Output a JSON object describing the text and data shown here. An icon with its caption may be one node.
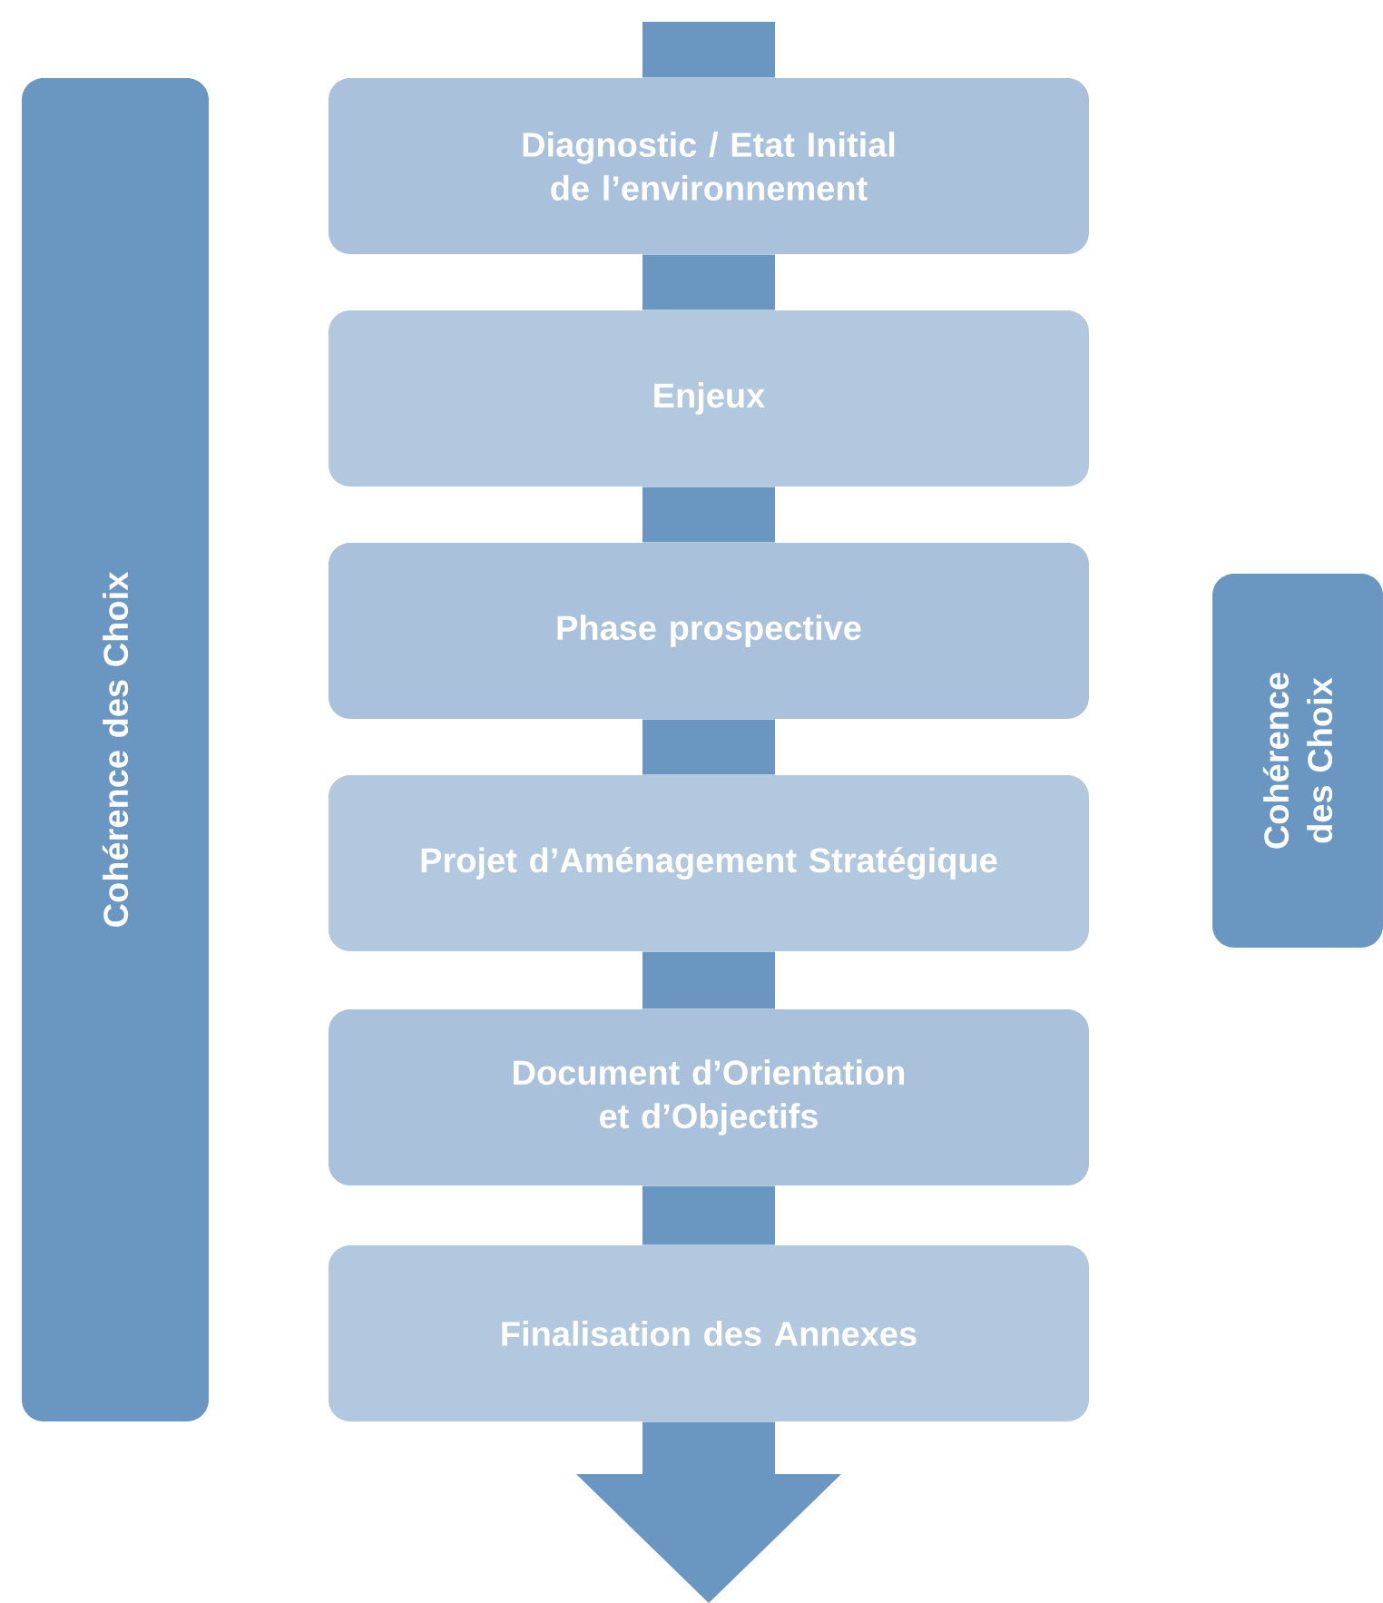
{
  "diagram": {
    "nodes": [
      {
        "text": [
          "Cohérence des Choix"
        ]
      },
      {
        "text": [
          "Diagnostic / Etat Initial de l’environnement"
        ]
      },
      {
        "text": [
          "Enjeux"
        ]
      },
      {
        "text": [
          "Phase prospective"
        ]
      },
      {
        "text": [
          "Projet d’Aménagement Stratégique"
        ]
      },
      {
        "text": [
          "Document d’Orientation et d’Objectifs"
        ]
      },
      {
        "text": [
          "Finalisation des Annexes"
        ]
      },
      {
        "text": [
          "Cohérence des Choix"
        ]
      }
    ],
    "edges": [
      {
        "from": null,
        "to": 1,
        "arrow": "none"
      },
      {
        "from": 1,
        "to": 2,
        "arrow": "none"
      },
      {
        "from": 2,
        "to": 3,
        "arrow": "none"
      },
      {
        "from": 3,
        "to": 4,
        "arrow": "none"
      },
      {
        "from": 4,
        "to": 5,
        "arrow": "none"
      },
      {
        "from": 5,
        "to": 6,
        "arrow": "none"
      },
      {
        "from": 6,
        "to": null,
        "arrow": "to"
      }
    ]
  }
}
